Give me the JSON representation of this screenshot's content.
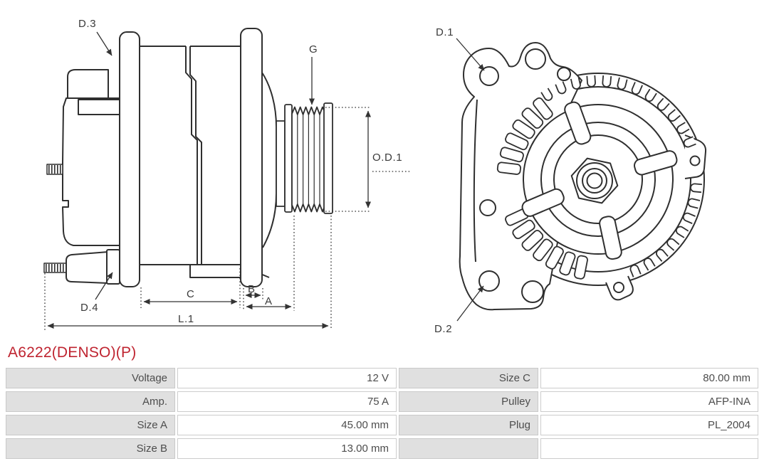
{
  "part_header": {
    "part_number": "A6222(DENSO)(P)"
  },
  "colors": {
    "accent_red": "#bf2430",
    "line": "#2f2f2f",
    "table_label_bg": "#e0e0e0",
    "table_border": "#cccccc",
    "table_text": "#4d4d4d",
    "background": "#ffffff"
  },
  "side_view": {
    "labels": {
      "d3": "D.3",
      "d4": "D.4",
      "g": "G",
      "od1": "O.D.1",
      "c": "C",
      "b": "B",
      "a": "A",
      "l1": "L.1"
    }
  },
  "rear_view": {
    "labels": {
      "d1": "D.1",
      "d2": "D.2"
    }
  },
  "spec_table": {
    "rows": [
      {
        "left_label": "Voltage",
        "left_value": "12 V",
        "right_label": "Size C",
        "right_value": "80.00 mm"
      },
      {
        "left_label": "Amp.",
        "left_value": "75 A",
        "right_label": "Pulley",
        "right_value": "AFP-INA"
      },
      {
        "left_label": "Size A",
        "left_value": "45.00 mm",
        "right_label": "Plug",
        "right_value": "PL_2004"
      },
      {
        "left_label": "Size B",
        "left_value": "13.00 mm",
        "right_label": "",
        "right_value": ""
      }
    ]
  }
}
